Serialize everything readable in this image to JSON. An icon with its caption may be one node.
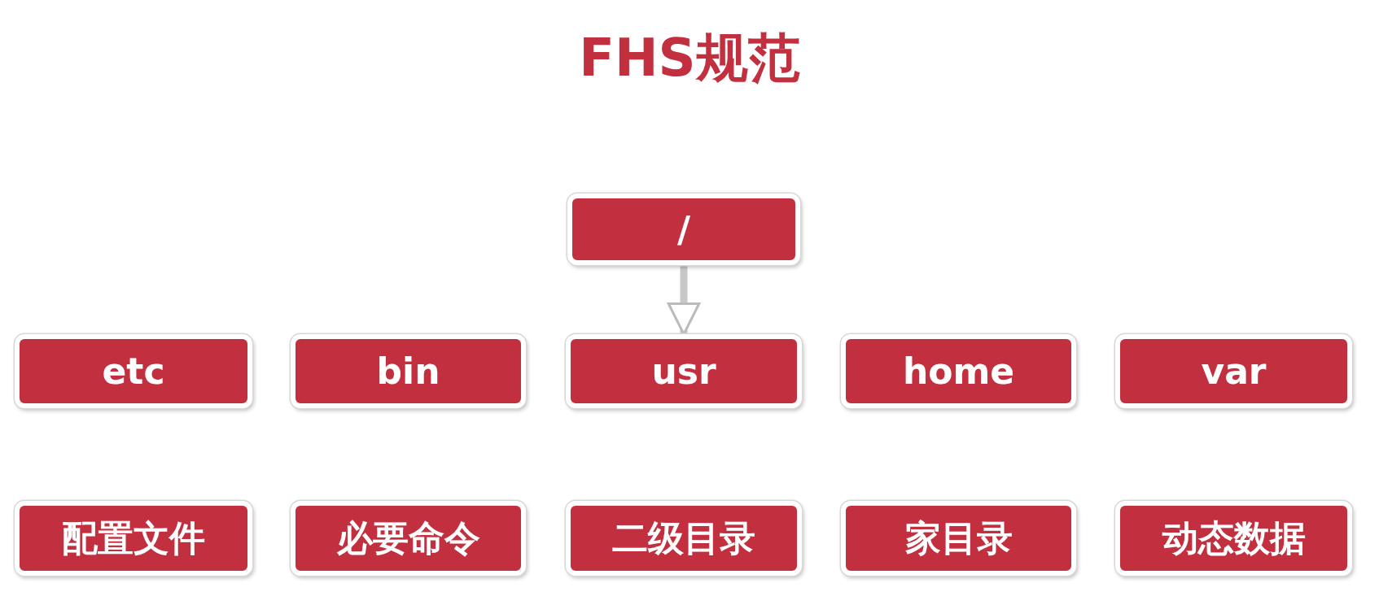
{
  "diagram": {
    "title": "FHS规范",
    "nodes": [
      {
        "text": [
          "/"
        ]
      },
      {
        "text": [
          "etc"
        ]
      },
      {
        "text": [
          "bin"
        ]
      },
      {
        "text": [
          "usr"
        ]
      },
      {
        "text": [
          "home"
        ]
      },
      {
        "text": [
          "var"
        ]
      },
      {
        "text": [
          "配置文件"
        ]
      },
      {
        "text": [
          "必要命令"
        ]
      },
      {
        "text": [
          "二级目录"
        ]
      },
      {
        "text": [
          "家目录"
        ]
      },
      {
        "text": [
          "动态数据"
        ]
      }
    ],
    "edges": [
      {
        "from": 0,
        "to": 3,
        "arrow": "to"
      }
    ]
  }
}
